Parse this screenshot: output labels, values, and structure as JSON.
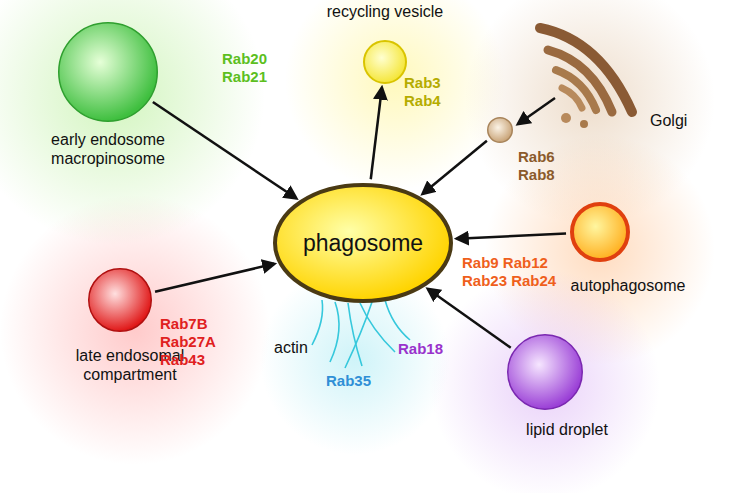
{
  "diagram": {
    "nodes": [
      {
        "text": [
          "recycling vesicle"
        ]
      },
      {
        "text": [
          "early endosome macropinosome"
        ]
      },
      {
        "text": [
          "Golgi"
        ]
      },
      {
        "text": [
          "phagosome"
        ]
      },
      {
        "text": [
          "late endosomal compartment"
        ]
      },
      {
        "text": [
          "autophagosome"
        ]
      },
      {
        "text": [
          "lipid droplet"
        ]
      }
    ],
    "edges": [
      {
        "from": 3,
        "to": 0,
        "arrow": "to",
        "label": "Rab3 Rab4"
      },
      {
        "from": 1,
        "to": 3,
        "arrow": "to",
        "label": "Rab20 Rab21"
      },
      {
        "from": 2,
        "to": 3,
        "arrow": "to",
        "label": "Rab6 Rab8"
      },
      {
        "from": 5,
        "to": 3,
        "arrow": "to",
        "label": "Rab9 Rab12 Rab23 Rab24"
      },
      {
        "from": 6,
        "to": 3,
        "arrow": "to",
        "label": "Rab18"
      },
      {
        "from": 4,
        "to": 3,
        "arrow": "to",
        "label": "Rab7B Rab27A Rab43"
      }
    ],
    "labels": [
      "actin",
      "Rab35"
    ]
  }
}
